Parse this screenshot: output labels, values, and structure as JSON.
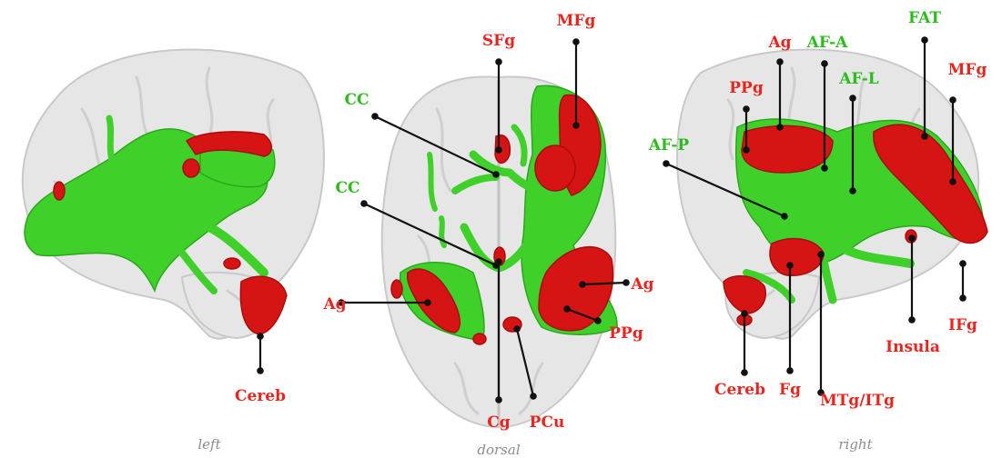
{
  "views": [
    {
      "caption": "left",
      "labels": [
        {
          "text": "Cereb",
          "color": "red"
        }
      ]
    },
    {
      "caption": "dorsal",
      "labels": [
        {
          "text": "SFg",
          "color": "red"
        },
        {
          "text": "MFg",
          "color": "red"
        },
        {
          "text": "CC",
          "color": "green"
        },
        {
          "text": "CC",
          "color": "green"
        },
        {
          "text": "Ag",
          "color": "red"
        },
        {
          "text": "Ag",
          "color": "red"
        },
        {
          "text": "PPg",
          "color": "red"
        },
        {
          "text": "Cg",
          "color": "red"
        },
        {
          "text": "PCu",
          "color": "red"
        }
      ]
    },
    {
      "caption": "right",
      "labels": [
        {
          "text": "Ag",
          "color": "red"
        },
        {
          "text": "AF-A",
          "color": "green"
        },
        {
          "text": "FAT",
          "color": "green"
        },
        {
          "text": "AF-L",
          "color": "green"
        },
        {
          "text": "PPg",
          "color": "red"
        },
        {
          "text": "MFg",
          "color": "red"
        },
        {
          "text": "AF-P",
          "color": "green"
        },
        {
          "text": "IFg",
          "color": "red"
        },
        {
          "text": "Insula",
          "color": "red"
        },
        {
          "text": "Cereb",
          "color": "red"
        },
        {
          "text": "Fg",
          "color": "red"
        },
        {
          "text": "MTg/ITg",
          "color": "red"
        }
      ]
    }
  ],
  "colors": {
    "tract": "#3fd12a",
    "region": "#d61414",
    "label_red": "#e8251f",
    "label_green": "#2bbd1c",
    "brain": "#e6e6e6",
    "caption": "#8c8c8c"
  }
}
